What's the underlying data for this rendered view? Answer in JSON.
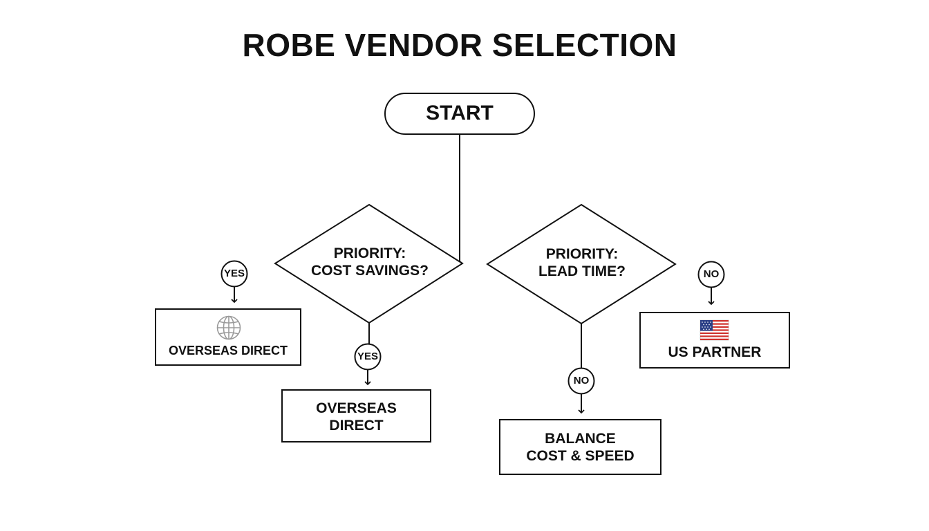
{
  "title": "ROBE VENDOR SELECTION",
  "start": "START",
  "decision_cost": {
    "line1": "PRIORITY:",
    "line2": "COST SAVINGS?"
  },
  "decision_lead": {
    "line1": "PRIORITY:",
    "line2": "LEAD TIME?"
  },
  "labels": {
    "yes_left": "YES",
    "yes_center": "YES",
    "no_center": "NO",
    "no_right": "NO"
  },
  "outcomes": {
    "overseas_direct_left": "OVERSEAS DIRECT",
    "overseas_direct_center": {
      "line1": "OVERSEAS",
      "line2": "DIRECT"
    },
    "balance": {
      "line1": "BALANCE",
      "line2": "COST & SPEED"
    },
    "us_partner": "US PARTNER"
  },
  "icons": {
    "overseas_left": "globe-icon",
    "us_partner": "us-flag-icon"
  },
  "colors": {
    "stroke": "#111111",
    "globe": "#9a9a9a",
    "flag_red": "#d0312d",
    "flag_blue": "#2b3f86"
  }
}
